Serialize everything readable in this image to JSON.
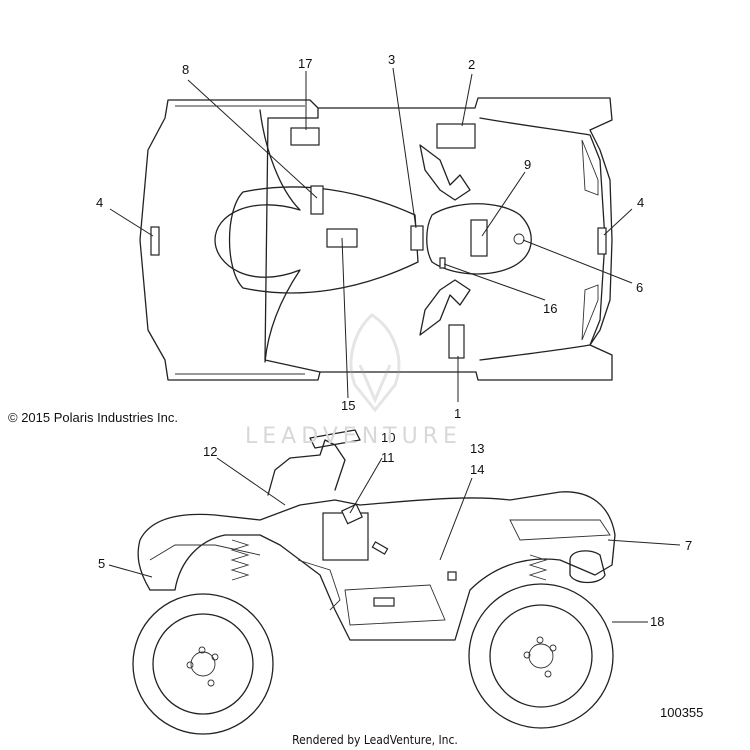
{
  "copyright": "© 2015 Polaris Industries Inc.",
  "watermark": "LEADVENTURE",
  "diagram_id": "100355",
  "footer": "Rendered by LeadVenture, Inc.",
  "callouts": {
    "c1": "1",
    "c2": "2",
    "c3": "3",
    "c4a": "4",
    "c4b": "4",
    "c5": "5",
    "c6": "6",
    "c7": "7",
    "c8": "8",
    "c9": "9",
    "c10": "10",
    "c11": "11",
    "c12": "12",
    "c13": "13",
    "c14": "14",
    "c15": "15",
    "c16": "16",
    "c17": "17",
    "c18": "18"
  }
}
